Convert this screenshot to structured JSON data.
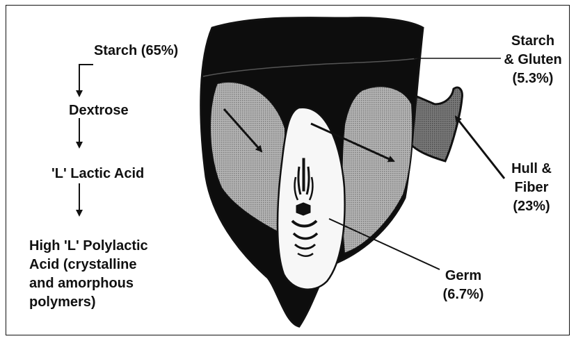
{
  "process_flow": {
    "starch": "Starch (65%)",
    "dextrose": "Dextrose",
    "lactic_acid": "'L' Lactic Acid",
    "polylactic": [
      "High 'L' Polylactic",
      "Acid (crystalline",
      "and amorphous",
      "polymers)"
    ]
  },
  "kernel_parts": {
    "starch_gluten": [
      "Starch",
      "& Gluten",
      "(5.3%)"
    ],
    "hull_fiber": [
      "Hull &",
      "Fiber",
      "(23%)"
    ],
    "germ": [
      "Germ",
      "(6.7%)"
    ]
  },
  "colors": {
    "outline": "#111111",
    "endosperm_dark": "#0d0d0d",
    "starch_gray": "#a9a9a9",
    "germ_white": "#f7f7f7",
    "hull_gray": "#6e6e6e"
  }
}
